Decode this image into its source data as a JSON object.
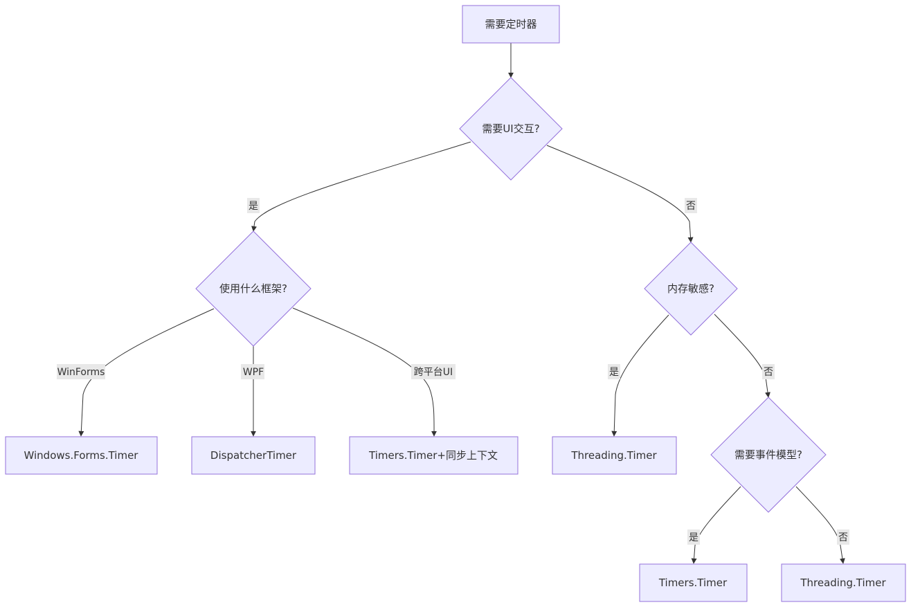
{
  "nodes": {
    "start": "需要定时器",
    "q_ui": "需要UI交互?",
    "q_framework": "使用什么框架?",
    "q_memory": "内存敏感?",
    "q_event": "需要事件模型?",
    "winforms_timer": "Windows.Forms.Timer",
    "dispatcher_timer": "DispatcherTimer",
    "timers_sync": "Timers.Timer+同步上下文",
    "threading_timer_a": "Threading.Timer",
    "timers_timer": "Timers.Timer",
    "threading_timer_b": "Threading.Timer"
  },
  "edges": {
    "ui_yes": "是",
    "ui_no": "否",
    "fw_winforms": "WinForms",
    "fw_wpf": "WPF",
    "fw_cross": "跨平台UI",
    "mem_yes": "是",
    "mem_no": "否",
    "event_yes": "是",
    "event_no": "否"
  },
  "colors": {
    "node_fill": "#ECECFF",
    "node_stroke": "#9370DB",
    "edge": "#333333",
    "label_bg": "#e8e8e8"
  }
}
